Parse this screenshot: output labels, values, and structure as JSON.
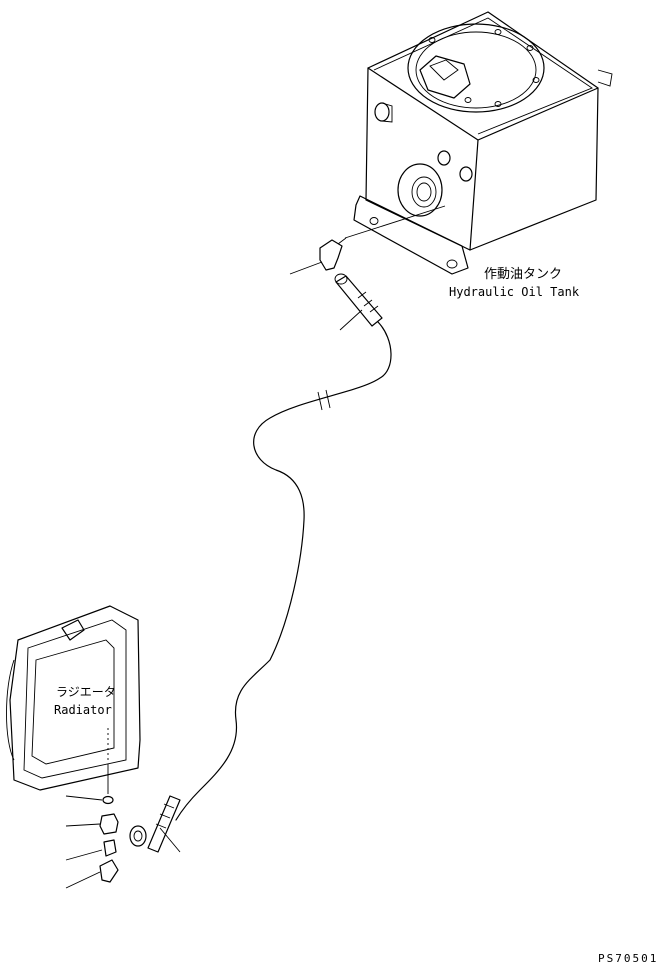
{
  "labels": {
    "tank_jp": "作動油タンク",
    "tank_en": "Hydraulic Oil Tank",
    "radiator_jp": "ラジエータ",
    "radiator_en": "Radiator",
    "drawing_code": "PS70501"
  }
}
